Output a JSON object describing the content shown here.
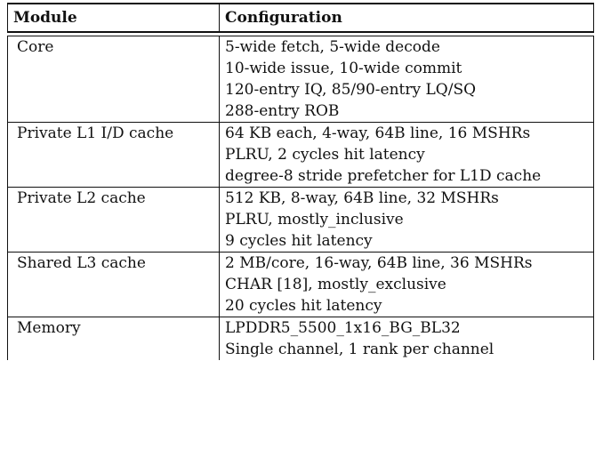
{
  "table": {
    "headers": {
      "module": "Module",
      "configuration": "Configuration"
    },
    "rows": [
      {
        "module": "Core",
        "config": [
          "5-wide fetch, 5-wide decode",
          "10-wide issue, 10-wide commit",
          "120-entry IQ, 85/90-entry LQ/SQ",
          "288-entry ROB"
        ]
      },
      {
        "module": "Private L1 I/D cache",
        "config": [
          "64 KB each, 4-way, 64B line, 16 MSHRs",
          "PLRU, 2 cycles hit latency",
          "degree-8 stride prefetcher for L1D cache"
        ]
      },
      {
        "module": "Private L2 cache",
        "config": [
          "512 KB, 8-way, 64B line, 32 MSHRs",
          "PLRU, mostly_inclusive",
          "9 cycles hit latency"
        ]
      },
      {
        "module": "Shared L3 cache",
        "config": [
          "2 MB/core, 16-way, 64B line, 36 MSHRs",
          "CHAR [18], mostly_exclusive",
          "20 cycles hit latency"
        ]
      },
      {
        "module": "Memory",
        "config": [
          "LPDDR5_5500_1x16_BG_BL32",
          "Single channel, 1 rank per channel"
        ]
      }
    ]
  }
}
